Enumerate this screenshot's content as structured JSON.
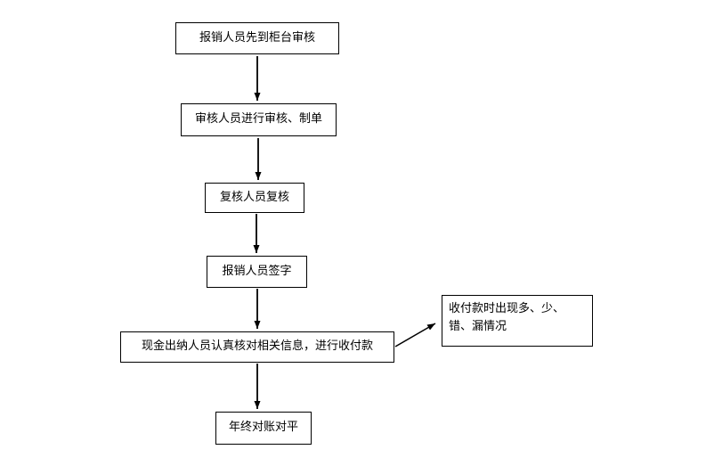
{
  "diagram": {
    "type": "flowchart",
    "background_color": "#ffffff",
    "line_color": "#000000",
    "nodes": [
      {
        "id": "step1",
        "label": "报销人员先到柜台审核"
      },
      {
        "id": "step2",
        "label": "审核人员进行审核、制单"
      },
      {
        "id": "step3",
        "label": "复核人员复核"
      },
      {
        "id": "step4",
        "label": "报销人员签字"
      },
      {
        "id": "step5",
        "label": "现金出纳人员认真核对相关信息，进行收付款"
      },
      {
        "id": "step6",
        "label": "年终对账对平"
      },
      {
        "id": "side-note",
        "label": "收付款时出现多、少、错、漏情况"
      }
    ],
    "edges": [
      {
        "from": "step1",
        "to": "step2"
      },
      {
        "from": "step2",
        "to": "step3"
      },
      {
        "from": "step3",
        "to": "step4"
      },
      {
        "from": "step4",
        "to": "step5"
      },
      {
        "from": "step5",
        "to": "step6"
      },
      {
        "from": "step5",
        "to": "side-note"
      }
    ]
  }
}
